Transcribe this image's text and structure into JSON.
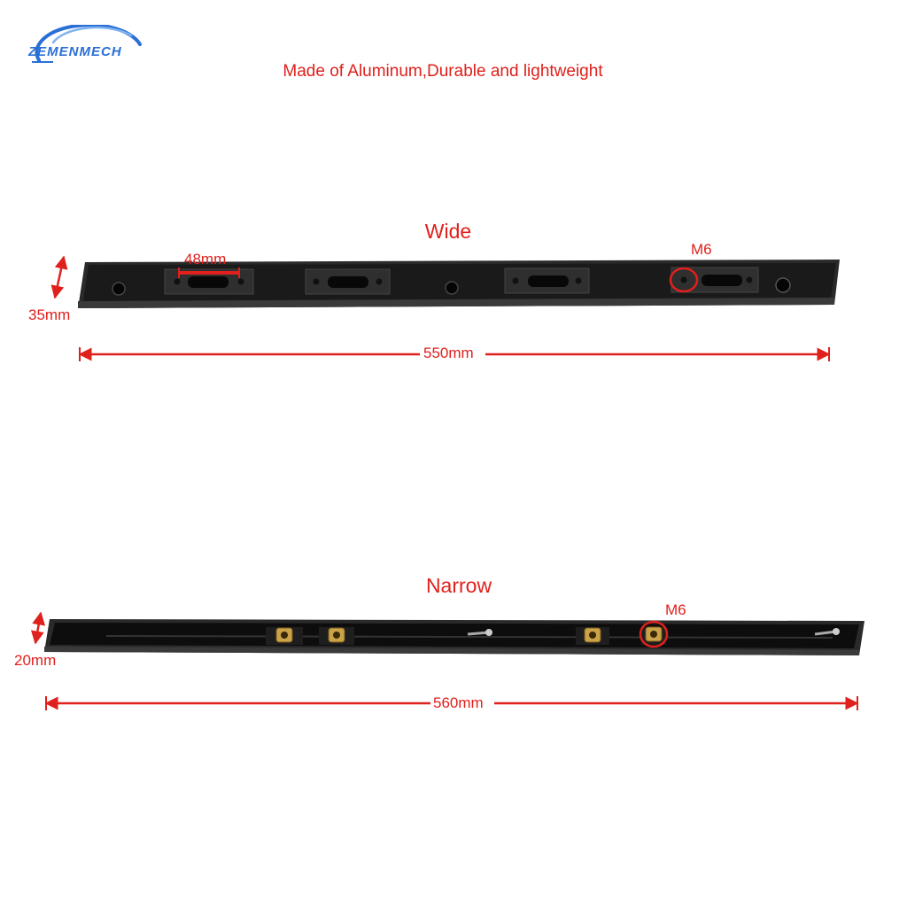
{
  "brand": {
    "name": "ZEMENMECH"
  },
  "tagline": "Made of Aluminum,Durable and lightweight",
  "wide": {
    "title": "Wide",
    "height_label": "35mm",
    "length_label": "550mm",
    "slot_label": "48mm",
    "thread_label": "M6"
  },
  "narrow": {
    "title": "Narrow",
    "height_label": "20mm",
    "length_label": "560mm",
    "thread_label": "M6"
  },
  "colors": {
    "annotation": "#e0201c",
    "rail": "#161616",
    "brass": "#c9a24a",
    "logo_blue": "#2a6fd6"
  }
}
